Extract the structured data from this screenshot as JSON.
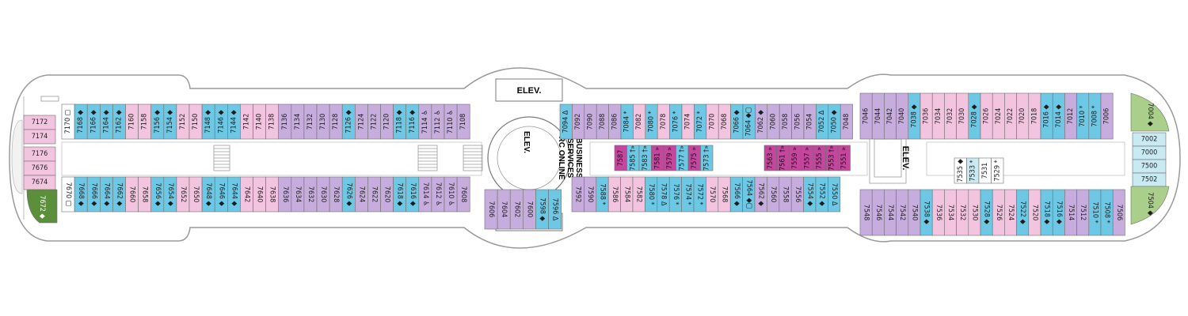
{
  "colors": {
    "pink": "#f3c4e0",
    "blue": "#6cc8e4",
    "lavender": "#c7addd",
    "magenta": "#c2479d",
    "green": "#a9cf8b",
    "dkgreen": "#5c8f3c",
    "lightblue": "#c9e9f3",
    "mint": "#d3ece3",
    "white": "#ffffff",
    "outline": "#9a9a9a"
  },
  "labels": {
    "elev_top": "ELEV.",
    "elev_mid": "ELEV.",
    "elev_right": "ELEV.",
    "business_1": "BUSINESS",
    "business_2": "SERVICES",
    "business_3": "RC ONLINE"
  },
  "groups": {
    "top_port": {
      "rot": -90,
      "cabins": [
        {
          "n": "7170",
          "c": "white",
          "s": "▢"
        },
        {
          "n": "7168",
          "c": "blue",
          "s": "◆"
        },
        {
          "n": "7166",
          "c": "blue",
          "s": "◆"
        },
        {
          "n": "7164",
          "c": "blue",
          "s": "◆"
        },
        {
          "n": "7162",
          "c": "blue",
          "s": "◆"
        },
        {
          "n": "7160",
          "c": "pink",
          "s": ""
        },
        {
          "n": "7158",
          "c": "pink",
          "s": ""
        },
        {
          "n": "7156",
          "c": "blue",
          "s": "◆"
        },
        {
          "n": "7154",
          "c": "blue",
          "s": "◆"
        },
        {
          "n": "7152",
          "c": "pink",
          "s": ""
        },
        {
          "n": "7150",
          "c": "pink",
          "s": ""
        },
        {
          "n": "7148",
          "c": "blue",
          "s": "◆"
        },
        {
          "n": "7146",
          "c": "blue",
          "s": "◆"
        },
        {
          "n": "7144",
          "c": "blue",
          "s": "◆"
        },
        {
          "n": "7142",
          "c": "pink",
          "s": ""
        },
        {
          "n": "7140",
          "c": "pink",
          "s": ""
        },
        {
          "n": "7138",
          "c": "pink",
          "s": ""
        },
        {
          "n": "7136",
          "c": "lavender",
          "s": ""
        },
        {
          "n": "7134",
          "c": "lavender",
          "s": ""
        },
        {
          "n": "7132",
          "c": "lavender",
          "s": ""
        },
        {
          "n": "7130",
          "c": "lavender",
          "s": ""
        },
        {
          "n": "7128",
          "c": "lavender",
          "s": ""
        },
        {
          "n": "7126",
          "c": "blue",
          "s": "◆"
        },
        {
          "n": "7124",
          "c": "lavender",
          "s": ""
        },
        {
          "n": "7122",
          "c": "lavender",
          "s": ""
        },
        {
          "n": "7120",
          "c": "lavender",
          "s": ""
        },
        {
          "n": "7118",
          "c": "blue",
          "s": "◆"
        },
        {
          "n": "7116",
          "c": "blue",
          "s": "◆"
        },
        {
          "n": "7114",
          "c": "lavender",
          "s": "♿"
        },
        {
          "n": "7112",
          "c": "lavender",
          "s": "♿"
        },
        {
          "n": "7110",
          "c": "lavender",
          "s": "♿"
        },
        {
          "n": "7108",
          "c": "lavender",
          "s": ""
        }
      ]
    },
    "top_mid": {
      "rot": -90,
      "cabins": [
        {
          "n": "7094",
          "c": "blue",
          "s": "Δ"
        },
        {
          "n": "7092",
          "c": "lavender",
          "s": ""
        },
        {
          "n": "7090",
          "c": "lavender",
          "s": ""
        },
        {
          "n": "7088",
          "c": "lavender",
          "s": ""
        },
        {
          "n": "7086",
          "c": "lavender",
          "s": ""
        },
        {
          "n": "7084",
          "c": "blue",
          "s": "*"
        },
        {
          "n": "7082",
          "c": "pink",
          "s": ""
        },
        {
          "n": "7080",
          "c": "blue",
          "s": "*"
        },
        {
          "n": "7078",
          "c": "pink",
          "s": ""
        },
        {
          "n": "7076",
          "c": "blue",
          "s": "*"
        },
        {
          "n": "7074",
          "c": "pink",
          "s": ""
        },
        {
          "n": "7072",
          "c": "blue",
          "s": "*"
        },
        {
          "n": "7070",
          "c": "pink",
          "s": ""
        },
        {
          "n": "7068",
          "c": "pink",
          "s": ""
        },
        {
          "n": "7066",
          "c": "blue",
          "s": "◆"
        },
        {
          "n": "7064",
          "c": "blue",
          "s": "◆▢"
        },
        {
          "n": "7062",
          "c": "lavender",
          "s": "◆"
        },
        {
          "n": "7060",
          "c": "lavender",
          "s": ""
        },
        {
          "n": "7058",
          "c": "lavender",
          "s": ""
        },
        {
          "n": "7056",
          "c": "lavender",
          "s": ""
        },
        {
          "n": "7054",
          "c": "lavender",
          "s": ""
        },
        {
          "n": "7052",
          "c": "blue",
          "s": "Δ"
        },
        {
          "n": "7050",
          "c": "blue",
          "s": "◆"
        },
        {
          "n": "7048",
          "c": "lavender",
          "s": ""
        }
      ]
    },
    "top_fwd": {
      "rot": -90,
      "cabins": [
        {
          "n": "7046",
          "c": "lavender",
          "s": ""
        },
        {
          "n": "7044",
          "c": "lavender",
          "s": ""
        },
        {
          "n": "7042",
          "c": "lavender",
          "s": ""
        },
        {
          "n": "7040",
          "c": "lavender",
          "s": ""
        },
        {
          "n": "7038",
          "c": "blue",
          "s": "◆"
        },
        {
          "n": "7036",
          "c": "pink",
          "s": ""
        },
        {
          "n": "7034",
          "c": "pink",
          "s": ""
        },
        {
          "n": "7032",
          "c": "pink",
          "s": ""
        },
        {
          "n": "7030",
          "c": "pink",
          "s": ""
        },
        {
          "n": "7028",
          "c": "blue",
          "s": "◆"
        },
        {
          "n": "7026",
          "c": "pink",
          "s": ""
        },
        {
          "n": "7024",
          "c": "pink",
          "s": ""
        },
        {
          "n": "7022",
          "c": "pink",
          "s": ""
        },
        {
          "n": "7020",
          "c": "pink",
          "s": ""
        },
        {
          "n": "7018",
          "c": "pink",
          "s": ""
        },
        {
          "n": "7016",
          "c": "blue",
          "s": "◆"
        },
        {
          "n": "7014",
          "c": "blue",
          "s": "◆"
        },
        {
          "n": "7012",
          "c": "lavender",
          "s": ""
        },
        {
          "n": "7010",
          "c": "blue",
          "s": "*"
        },
        {
          "n": "7008",
          "c": "blue",
          "s": "*"
        },
        {
          "n": "7006",
          "c": "lavender",
          "s": ""
        }
      ]
    },
    "bot_port": {
      "rot": 90,
      "cabins": [
        {
          "n": "7670",
          "c": "white",
          "s": "▢"
        },
        {
          "n": "7668",
          "c": "blue",
          "s": "◆"
        },
        {
          "n": "7666",
          "c": "blue",
          "s": "◆"
        },
        {
          "n": "7664",
          "c": "blue",
          "s": "◆"
        },
        {
          "n": "7662",
          "c": "blue",
          "s": "◆"
        },
        {
          "n": "7660",
          "c": "pink",
          "s": ""
        },
        {
          "n": "7658",
          "c": "pink",
          "s": ""
        },
        {
          "n": "7656",
          "c": "blue",
          "s": "◆"
        },
        {
          "n": "7654",
          "c": "blue",
          "s": "◆"
        },
        {
          "n": "7652",
          "c": "pink",
          "s": ""
        },
        {
          "n": "7650",
          "c": "pink",
          "s": ""
        },
        {
          "n": "7648",
          "c": "blue",
          "s": "◆"
        },
        {
          "n": "7646",
          "c": "blue",
          "s": "◆"
        },
        {
          "n": "7644",
          "c": "blue",
          "s": "◆"
        },
        {
          "n": "7642",
          "c": "pink",
          "s": ""
        },
        {
          "n": "7640",
          "c": "pink",
          "s": ""
        },
        {
          "n": "7638",
          "c": "pink",
          "s": ""
        },
        {
          "n": "7636",
          "c": "lavender",
          "s": ""
        },
        {
          "n": "7634",
          "c": "lavender",
          "s": ""
        },
        {
          "n": "7632",
          "c": "lavender",
          "s": ""
        },
        {
          "n": "7630",
          "c": "lavender",
          "s": ""
        },
        {
          "n": "7628",
          "c": "lavender",
          "s": ""
        },
        {
          "n": "7626",
          "c": "blue",
          "s": "◆"
        },
        {
          "n": "7624",
          "c": "lavender",
          "s": ""
        },
        {
          "n": "7622",
          "c": "lavender",
          "s": ""
        },
        {
          "n": "7620",
          "c": "lavender",
          "s": ""
        },
        {
          "n": "7618",
          "c": "blue",
          "s": "◆"
        },
        {
          "n": "7616",
          "c": "blue",
          "s": "◆"
        },
        {
          "n": "7614",
          "c": "lavender",
          "s": "♿"
        },
        {
          "n": "7612",
          "c": "lavender",
          "s": "♿"
        },
        {
          "n": "7610",
          "c": "lavender",
          "s": "♿"
        },
        {
          "n": "7608",
          "c": "lavender",
          "s": ""
        }
      ]
    },
    "bot_mid": {
      "rot": 90,
      "cabins": [
        {
          "n": "7606",
          "c": "lavender",
          "s": ""
        },
        {
          "n": "7604",
          "c": "lavender",
          "s": ""
        },
        {
          "n": "7602",
          "c": "lavender",
          "s": ""
        },
        {
          "n": "7600",
          "c": "lavender",
          "s": ""
        },
        {
          "n": "7598",
          "c": "blue",
          "s": "◆"
        },
        {
          "n": "7596",
          "c": "blue",
          "s": "Δ"
        }
      ]
    },
    "bot_mid2": {
      "rot": 90,
      "cabins": [
        {
          "n": "7592",
          "c": "lavender",
          "s": ""
        },
        {
          "n": "7590",
          "c": "lavender",
          "s": ""
        },
        {
          "n": "7588",
          "c": "blue",
          "s": "*"
        },
        {
          "n": "7586",
          "c": "pink",
          "s": ""
        },
        {
          "n": "7584",
          "c": "pink",
          "s": ""
        },
        {
          "n": "7582",
          "c": "pink",
          "s": ""
        },
        {
          "n": "7580",
          "c": "blue",
          "s": "*"
        },
        {
          "n": "7578",
          "c": "blue",
          "s": "Δ"
        },
        {
          "n": "7576",
          "c": "blue",
          "s": "*"
        },
        {
          "n": "7574",
          "c": "blue",
          "s": "*"
        },
        {
          "n": "7572",
          "c": "blue",
          "s": "*"
        },
        {
          "n": "7570",
          "c": "pink",
          "s": ""
        },
        {
          "n": "7568",
          "c": "pink",
          "s": ""
        },
        {
          "n": "7566",
          "c": "blue",
          "s": "◆"
        },
        {
          "n": "7564",
          "c": "blue",
          "s": "◆▢"
        },
        {
          "n": "7562",
          "c": "lavender",
          "s": "◆"
        },
        {
          "n": "7560",
          "c": "lavender",
          "s": ""
        },
        {
          "n": "7558",
          "c": "lavender",
          "s": ""
        },
        {
          "n": "7556",
          "c": "lavender",
          "s": ""
        },
        {
          "n": "7554",
          "c": "blue",
          "s": "◆"
        },
        {
          "n": "7552",
          "c": "blue",
          "s": "◆"
        },
        {
          "n": "7550",
          "c": "blue",
          "s": "Δ"
        }
      ]
    },
    "bot_fwd": {
      "rot": 90,
      "cabins": [
        {
          "n": "7548",
          "c": "lavender",
          "s": ""
        },
        {
          "n": "7546",
          "c": "lavender",
          "s": ""
        },
        {
          "n": "7544",
          "c": "lavender",
          "s": ""
        },
        {
          "n": "7542",
          "c": "lavender",
          "s": ""
        },
        {
          "n": "7540",
          "c": "lavender",
          "s": ""
        },
        {
          "n": "7538",
          "c": "blue",
          "s": "◆"
        },
        {
          "n": "7536",
          "c": "pink",
          "s": ""
        },
        {
          "n": "7534",
          "c": "pink",
          "s": ""
        },
        {
          "n": "7532",
          "c": "pink",
          "s": ""
        },
        {
          "n": "7530",
          "c": "pink",
          "s": ""
        },
        {
          "n": "7528",
          "c": "blue",
          "s": "◆"
        },
        {
          "n": "7526",
          "c": "pink",
          "s": ""
        },
        {
          "n": "7524",
          "c": "pink",
          "s": ""
        },
        {
          "n": "7522",
          "c": "blue",
          "s": "◆"
        },
        {
          "n": "7520",
          "c": "pink",
          "s": ""
        },
        {
          "n": "7518",
          "c": "blue",
          "s": "◆"
        },
        {
          "n": "7516",
          "c": "blue",
          "s": "◆"
        },
        {
          "n": "7514",
          "c": "lavender",
          "s": ""
        },
        {
          "n": "7512",
          "c": "lavender",
          "s": ""
        },
        {
          "n": "7510",
          "c": "blue",
          "s": "*"
        },
        {
          "n": "7508",
          "c": "blue",
          "s": "*"
        },
        {
          "n": "7506",
          "c": "lavender",
          "s": ""
        }
      ]
    },
    "inner_a": {
      "rot": -90,
      "cabins": [
        {
          "n": "7587",
          "c": "magenta",
          "s": ""
        },
        {
          "n": "7585",
          "c": "blue",
          "s": "†»"
        },
        {
          "n": "7583",
          "c": "blue",
          "s": "†»"
        },
        {
          "n": "7581",
          "c": "magenta",
          "s": "»"
        },
        {
          "n": "7579",
          "c": "magenta",
          "s": "»"
        },
        {
          "n": "7577",
          "c": "blue",
          "s": "†»"
        },
        {
          "n": "7575",
          "c": "magenta",
          "s": "»"
        },
        {
          "n": "7573",
          "c": "blue",
          "s": "†»"
        }
      ]
    },
    "inner_b": {
      "rot": -90,
      "cabins": [
        {
          "n": "7563",
          "c": "magenta",
          "s": "»"
        },
        {
          "n": "7561",
          "c": "magenta",
          "s": "†»"
        },
        {
          "n": "7559",
          "c": "magenta",
          "s": "»"
        },
        {
          "n": "7557",
          "c": "magenta",
          "s": "»"
        },
        {
          "n": "7555",
          "c": "magenta",
          "s": "»"
        },
        {
          "n": "7553",
          "c": "magenta",
          "s": "†»"
        },
        {
          "n": "7551",
          "c": "magenta",
          "s": "»"
        }
      ]
    },
    "inner_c": {
      "rot": -90,
      "cabins": [
        {
          "n": "7535",
          "c": "white",
          "s": "◆"
        },
        {
          "n": "7533",
          "c": "lightblue",
          "s": "*"
        },
        {
          "n": "7531",
          "c": "white",
          "s": ""
        },
        {
          "n": "7529",
          "c": "white",
          "s": "*"
        }
      ]
    },
    "aft": {
      "rot": 0,
      "cabins": [
        {
          "n": "7172",
          "c": "pink",
          "s": ""
        },
        {
          "n": "7174",
          "c": "pink",
          "s": ""
        },
        {
          "n": "7176",
          "c": "pink",
          "s": ""
        },
        {
          "n": "7676",
          "c": "pink",
          "s": ""
        },
        {
          "n": "7674",
          "c": "pink",
          "s": ""
        }
      ]
    },
    "bow": {
      "rot": 0,
      "cabins": [
        {
          "n": "7002",
          "c": "lightblue",
          "s": ""
        },
        {
          "n": "7000",
          "c": "lightblue",
          "s": ""
        },
        {
          "n": "7500",
          "c": "lightblue",
          "s": ""
        },
        {
          "n": "7502",
          "c": "lightblue",
          "s": ""
        }
      ]
    },
    "special": {
      "rot": 0,
      "cabins": [
        {
          "n": "7672",
          "c": "dkgreen",
          "s": "◆"
        },
        {
          "n": "7004",
          "c": "green",
          "s": "◆"
        },
        {
          "n": "7504",
          "c": "green",
          "s": "◆"
        }
      ]
    }
  }
}
